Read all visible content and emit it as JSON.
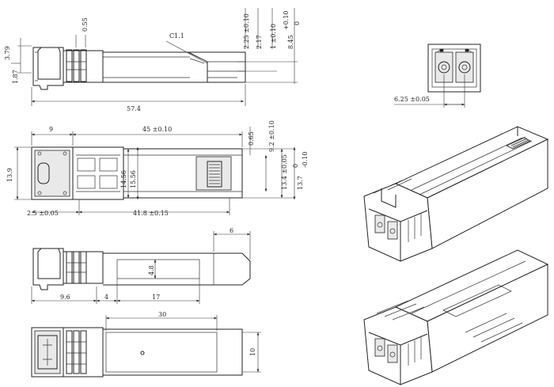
{
  "views": {
    "side_top": {
      "dim_top_0_55": "0.55",
      "dim_left_3_79": "3.79",
      "dim_left_1_87": "1.87",
      "dim_length": "57.4",
      "chamfer": "C1.1"
    },
    "right_vertical_dims": {
      "d1": "2.25 ±0.10",
      "d2": "2.17",
      "d3": "1 ±0.10",
      "d4": "8.45",
      "d4_tol_upper": "+0.10",
      "d4_tol_lower": "0"
    },
    "front_view": {
      "dim_6_25": "6.25 ±0.05"
    },
    "top_view": {
      "dim_9": "9",
      "dim_45": "45 ±0.10",
      "dim_13_9": "13.9",
      "dim_14_56": "14.56",
      "dim_15_56": "15.56",
      "dim_0_65": "0.65",
      "dim_9_2": "9.2 ±0.10",
      "dim_13_4": "13.4 ±0.05",
      "dim_13_7": "13.7",
      "dim_13_7_tol_upper": "0",
      "dim_13_7_tol_lower": "-0.10",
      "dim_2_5": "2.5 ±0.05",
      "dim_41_8": "41.8 ±0.15"
    },
    "side_bottom": {
      "dim_6": "6",
      "dim_4_8": "4.8",
      "dim_9_6": "9.6",
      "dim_4": "4",
      "dim_17": "17"
    },
    "bottom_view": {
      "dim_30": "30",
      "dim_10": "10"
    }
  }
}
